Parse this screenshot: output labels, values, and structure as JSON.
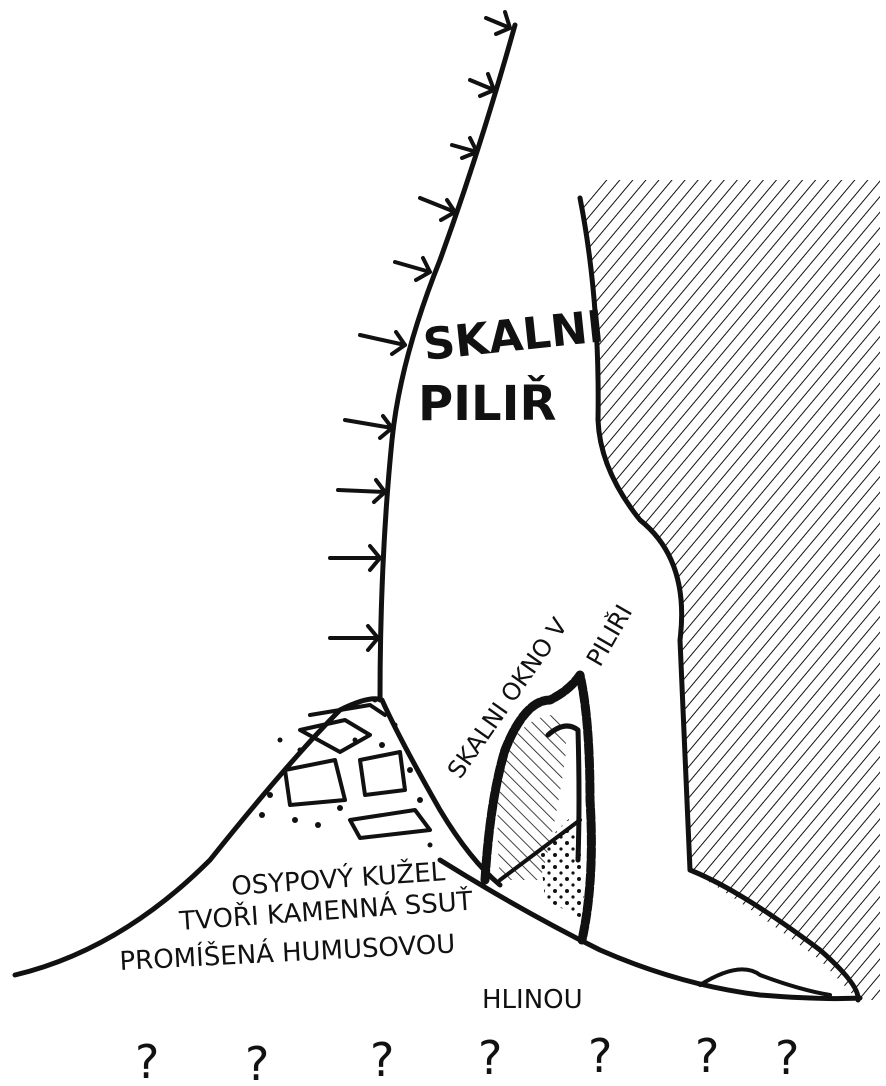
{
  "labels": {
    "pillar_line1": "SKALNI",
    "pillar_line2": "PILIŘ",
    "window_line1": "SKALNI OKNO V",
    "window_line2": "PILIŘI",
    "cone_line1": "OSYPOVÝ KUŽEL",
    "cone_line2": "TVOŘI KAMENNÁ SSUŤ",
    "cone_line3": "PROMÍŠENÁ HUMUSOVOU",
    "cone_line4": "HLINOU"
  },
  "question_marks": [
    "?",
    "?",
    "?",
    "?",
    "?",
    "?",
    "?"
  ],
  "colors": {
    "ink": "#111111",
    "paper": "#ffffff"
  }
}
